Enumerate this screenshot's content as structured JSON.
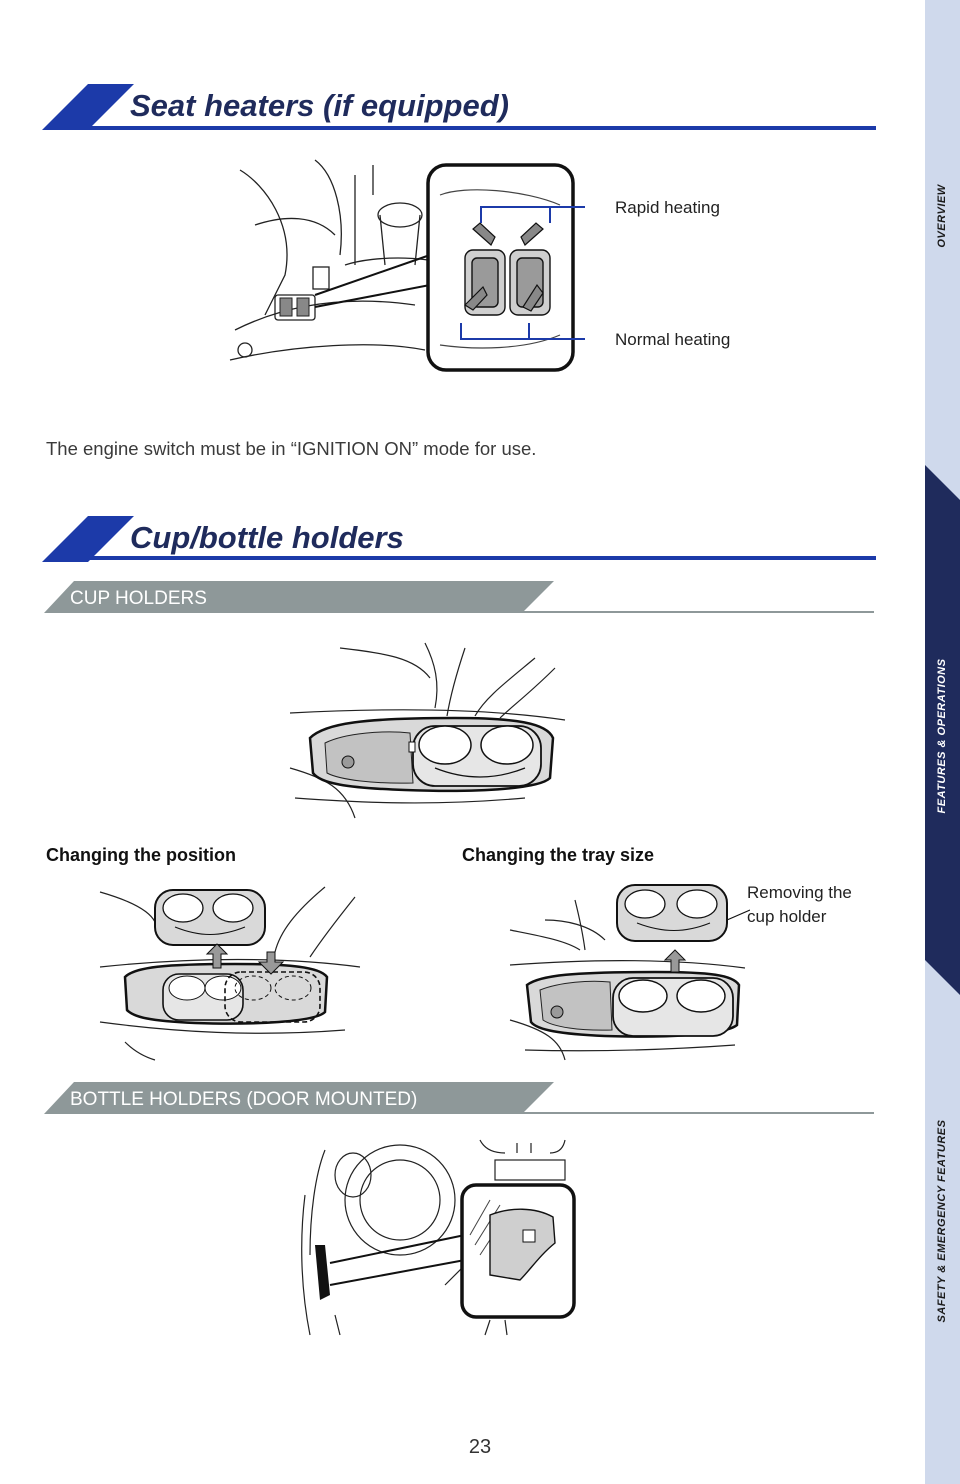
{
  "sidebar": {
    "tabs": [
      {
        "label": "OVERVIEW",
        "active": false
      },
      {
        "label": "FEATURES & OPERATIONS",
        "active": true
      },
      {
        "label": "SAFETY & EMERGENCY FEATURES",
        "active": false
      }
    ],
    "colors": {
      "light": "#cfd9ec",
      "active": "#1f2b5c"
    }
  },
  "sections": {
    "seat_heaters": {
      "title": "Seat heaters (if equipped)",
      "callouts": {
        "rapid": "Rapid heating",
        "normal": "Normal heating"
      },
      "note": "The engine switch must be in “IGNITION ON” mode for use."
    },
    "cup_bottle": {
      "title": "Cup/bottle holders",
      "cup_holders": {
        "label": "CUP HOLDERS",
        "caption_position": "Changing the position",
        "caption_tray": "Changing the tray size",
        "removing_line1": "Removing the",
        "removing_line2": "cup holder"
      },
      "bottle_holders": {
        "label": "BOTTLE HOLDERS (DOOR MOUNTED)"
      }
    }
  },
  "colors": {
    "accent_blue": "#1c3aa9",
    "navy": "#1f2b5c",
    "gray_bar": "#8e9899"
  },
  "footer": {
    "page_number": "23"
  }
}
